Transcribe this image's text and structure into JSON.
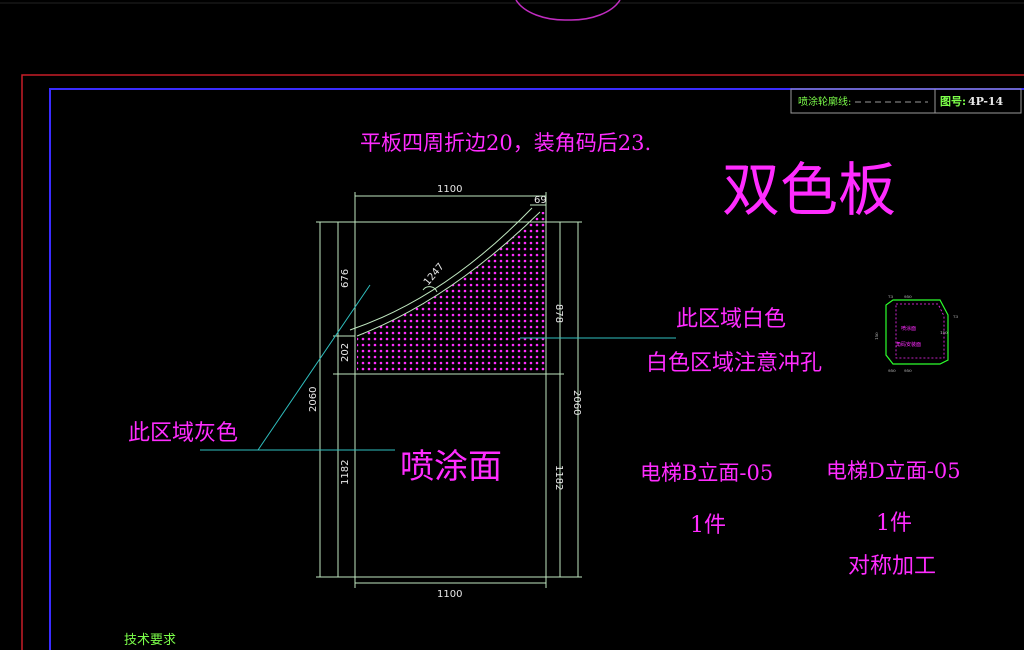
{
  "colors": {
    "background": "#000000",
    "frame_outer": "#c81e28",
    "frame_inner": "#3a2cff",
    "annotation": "#ff2cff",
    "outline": "#bfe6bf",
    "leader": "#2fbfbf",
    "green_text": "#7cff4a"
  },
  "title_block": {
    "outline_label": "喷涂轮廓线:",
    "drawing_no_label": "图号:",
    "drawing_no": "4P-14"
  },
  "note": "平板四周折边20，装角码后23.",
  "title": "双色板",
  "dimensions": {
    "top_width": "1100",
    "bottom_width": "1100",
    "offset": "69",
    "left_upper": "676",
    "left_small": "202",
    "left_total": "2060",
    "left_lower": "1182",
    "right_upper": "878",
    "right_total": "2060",
    "right_lower": "1182",
    "radius": "1247"
  },
  "labels": {
    "white_region": "此区域白色",
    "white_note": "白色区域注意冲孔",
    "gray_region": "此区域灰色",
    "spray_face": "喷涂面"
  },
  "part_b": {
    "name": "电梯B立面-05",
    "qty": "1件"
  },
  "part_d": {
    "name": "电梯D立面-05",
    "qty": "1件",
    "note": "对称加工"
  },
  "mini_view": {
    "label_1": "喷涂面",
    "label_2": "角码安装面",
    "dims": [
      "950",
      "73",
      "950",
      "150",
      "73",
      "150",
      "950"
    ]
  },
  "footer": {
    "tech_requirements": "技术要求"
  }
}
